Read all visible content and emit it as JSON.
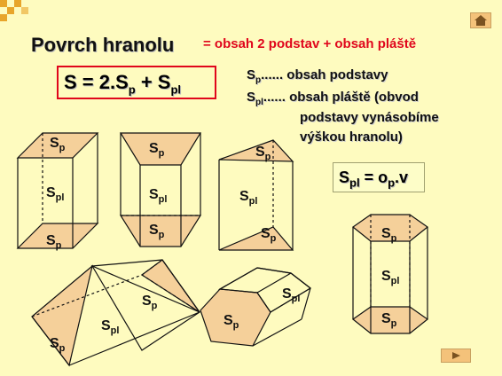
{
  "title": "Povrch hranolu",
  "subtitle": "= obsah 2 podstav + obsah pláště",
  "formula": {
    "main": "S = 2.S",
    "sub1": "p",
    "plus": " + S",
    "sub2": "pl"
  },
  "legend": {
    "line1": {
      "sym": "S",
      "sub": "p",
      "text": "...... obsah podstavy"
    },
    "line2": {
      "sym": "S",
      "sub": "pl",
      "text": "...... obsah pláště (obvod"
    },
    "line3": "podstavy vynásobíme",
    "line4": "výškou hranolu)"
  },
  "spl_formula": {
    "s": "S",
    "sub1": "pl",
    "eq": " = o",
    "sub2": "p",
    "rest": ".v"
  },
  "shape_labels": {
    "sp_s": "S",
    "sp_sub": "p",
    "spl_s": "S",
    "spl_sub": "pl"
  },
  "colors": {
    "background": "#fefbbf",
    "base_fill": "#f5d09a",
    "accent_red": "#e0061c",
    "deco_orange": "#e8a52a"
  },
  "icons": [
    "home-icon",
    "next-arrow-icon"
  ]
}
